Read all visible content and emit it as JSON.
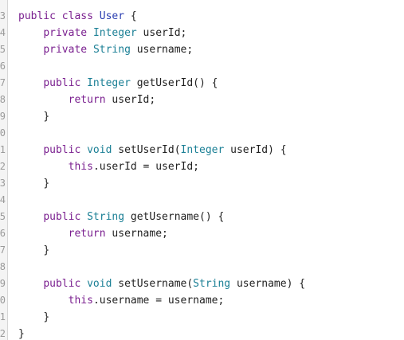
{
  "editor": {
    "line_numbers": [
      "3",
      "4",
      "5",
      "6",
      "7",
      "8",
      "9",
      "0",
      "1",
      "2",
      "3",
      "4",
      "5",
      "6",
      "7",
      "8",
      "9",
      "0",
      "1",
      "2"
    ],
    "lines": [
      {
        "indent": "",
        "tokens": [
          {
            "t": "public",
            "k": "kw"
          },
          {
            "t": " ",
            "k": "pl"
          },
          {
            "t": "class",
            "k": "kw"
          },
          {
            "t": " ",
            "k": "pl"
          },
          {
            "t": "User",
            "k": "cls"
          },
          {
            "t": " {",
            "k": "pl"
          }
        ]
      },
      {
        "indent": "    ",
        "tokens": [
          {
            "t": "private",
            "k": "kw"
          },
          {
            "t": " ",
            "k": "pl"
          },
          {
            "t": "Integer",
            "k": "ty"
          },
          {
            "t": " userId;",
            "k": "pl"
          }
        ]
      },
      {
        "indent": "    ",
        "tokens": [
          {
            "t": "private",
            "k": "kw"
          },
          {
            "t": " ",
            "k": "pl"
          },
          {
            "t": "String",
            "k": "ty"
          },
          {
            "t": " username;",
            "k": "pl"
          }
        ]
      },
      {
        "indent": "",
        "tokens": []
      },
      {
        "indent": "    ",
        "tokens": [
          {
            "t": "public",
            "k": "kw"
          },
          {
            "t": " ",
            "k": "pl"
          },
          {
            "t": "Integer",
            "k": "ty"
          },
          {
            "t": " getUserId() {",
            "k": "fn"
          }
        ]
      },
      {
        "indent": "        ",
        "tokens": [
          {
            "t": "return",
            "k": "kw"
          },
          {
            "t": " userId;",
            "k": "pl"
          }
        ]
      },
      {
        "indent": "    ",
        "tokens": [
          {
            "t": "}",
            "k": "pl"
          }
        ]
      },
      {
        "indent": "",
        "tokens": []
      },
      {
        "indent": "    ",
        "tokens": [
          {
            "t": "public",
            "k": "kw"
          },
          {
            "t": " ",
            "k": "pl"
          },
          {
            "t": "void",
            "k": "ty"
          },
          {
            "t": " setUserId(",
            "k": "fn"
          },
          {
            "t": "Integer",
            "k": "ty"
          },
          {
            "t": " userId) {",
            "k": "pl"
          }
        ]
      },
      {
        "indent": "        ",
        "tokens": [
          {
            "t": "this",
            "k": "kw"
          },
          {
            "t": ".userId = userId;",
            "k": "pl"
          }
        ]
      },
      {
        "indent": "    ",
        "tokens": [
          {
            "t": "}",
            "k": "pl"
          }
        ]
      },
      {
        "indent": "",
        "tokens": []
      },
      {
        "indent": "    ",
        "tokens": [
          {
            "t": "public",
            "k": "kw"
          },
          {
            "t": " ",
            "k": "pl"
          },
          {
            "t": "String",
            "k": "ty"
          },
          {
            "t": " getUsername() {",
            "k": "fn"
          }
        ]
      },
      {
        "indent": "        ",
        "tokens": [
          {
            "t": "return",
            "k": "kw"
          },
          {
            "t": " username;",
            "k": "pl"
          }
        ]
      },
      {
        "indent": "    ",
        "tokens": [
          {
            "t": "}",
            "k": "pl"
          }
        ]
      },
      {
        "indent": "",
        "tokens": []
      },
      {
        "indent": "    ",
        "tokens": [
          {
            "t": "public",
            "k": "kw"
          },
          {
            "t": " ",
            "k": "pl"
          },
          {
            "t": "void",
            "k": "ty"
          },
          {
            "t": " setUsername(",
            "k": "fn"
          },
          {
            "t": "String",
            "k": "ty"
          },
          {
            "t": " username) {",
            "k": "pl"
          }
        ]
      },
      {
        "indent": "        ",
        "tokens": [
          {
            "t": "this",
            "k": "kw"
          },
          {
            "t": ".username = username;",
            "k": "pl"
          }
        ]
      },
      {
        "indent": "    ",
        "tokens": [
          {
            "t": "}",
            "k": "pl"
          }
        ]
      },
      {
        "indent": "",
        "tokens": [
          {
            "t": "}",
            "k": "pl"
          }
        ]
      }
    ]
  },
  "colors": {
    "keyword": "#7a1f8f",
    "type": "#1a7f95",
    "class_name": "#2a3eb1",
    "plain": "#1f1f1f",
    "gutter_bg": "#f4f4f4",
    "line_number": "#9a9a9a"
  }
}
